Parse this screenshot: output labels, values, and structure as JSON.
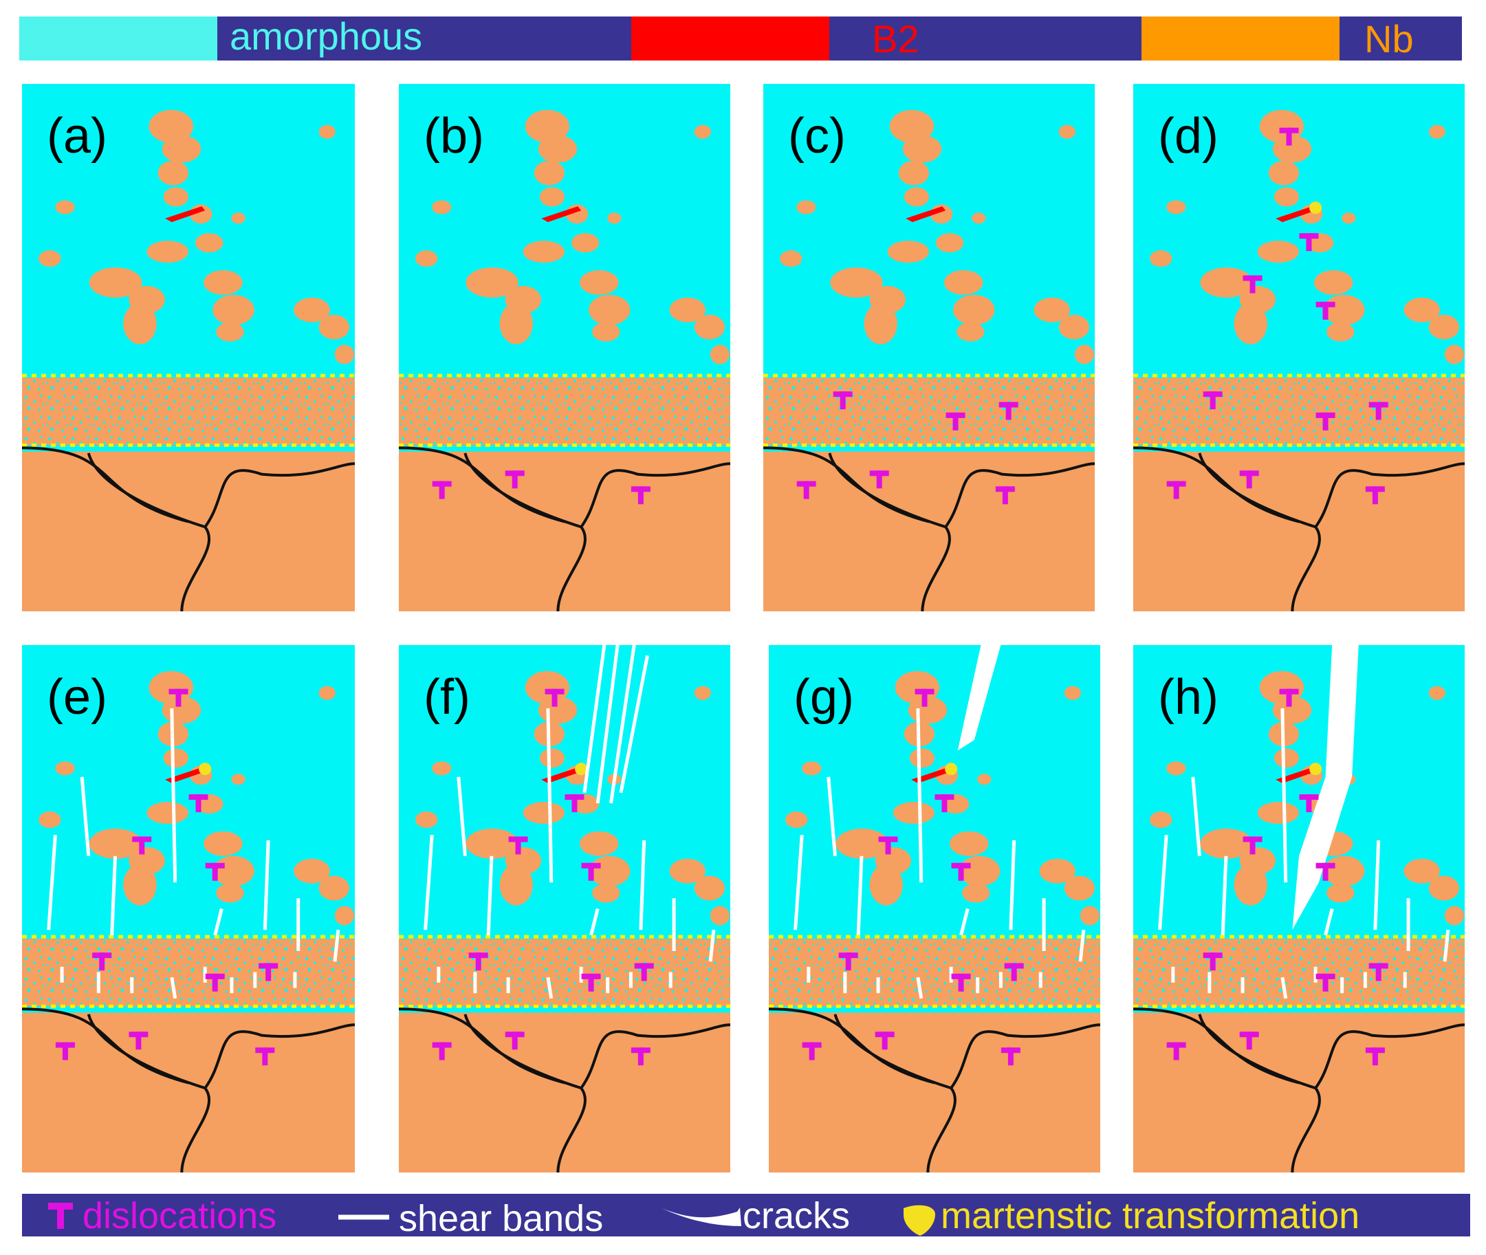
{
  "colors": {
    "amorphous": "#4ff5ec",
    "b2": "#ff0000",
    "nb": "#ff9900",
    "band_bg": "#393394",
    "panel_bg": "#00f5f7",
    "grain": "#f5a060",
    "dislocation": "#e010e0",
    "shear_band": "#ffffff",
    "crack": "#ffffff",
    "martensite": "#f5e020",
    "interface_line": "#f5f500",
    "grain_boundary": "#111111"
  },
  "top_legend": {
    "amorphous_label": "amorphous",
    "b2_label": "B2",
    "nb_label": "Nb"
  },
  "panels": [
    {
      "label": "(a)",
      "dislocations": 0,
      "shear_bands": false,
      "crack": "none"
    },
    {
      "label": "(b)",
      "dislocations": 3,
      "shear_bands": false,
      "crack": "none"
    },
    {
      "label": "(c)",
      "dislocations": 6,
      "shear_bands": false,
      "crack": "none"
    },
    {
      "label": "(d)",
      "dislocations": 10,
      "shear_bands": false,
      "crack": "none",
      "martensite": true
    },
    {
      "label": "(e)",
      "dislocations": 10,
      "shear_bands": true,
      "crack": "none",
      "martensite": true
    },
    {
      "label": "(f)",
      "dislocations": 10,
      "shear_bands": true,
      "crack": "bands",
      "martensite": true
    },
    {
      "label": "(g)",
      "dislocations": 10,
      "shear_bands": true,
      "crack": "small",
      "martensite": true
    },
    {
      "label": "(h)",
      "dislocations": 10,
      "shear_bands": true,
      "crack": "large",
      "martensite": true
    }
  ],
  "bottom_legend": {
    "dislocations_icon": "dislocation-icon",
    "dislocations_label": "dislocations",
    "shear_bands_icon": "shear-band-icon",
    "shear_bands_label": "shear bands",
    "cracks_icon": "crack-icon",
    "cracks_label": "cracks",
    "martensite_icon": "martensite-icon",
    "martensite_label": "martenstic transformation"
  }
}
